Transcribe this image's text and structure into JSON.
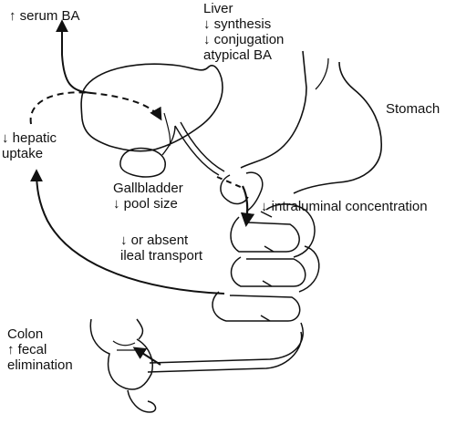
{
  "labels": {
    "serum_ba": "↑ serum BA",
    "liver": {
      "title": "Liver",
      "line1": "↓ synthesis",
      "line2": "↓ conjugation",
      "line3": "atypical BA"
    },
    "stomach": "Stomach",
    "hepatic_uptake": {
      "line1": "↓ hepatic",
      "line2": "uptake"
    },
    "gallbladder": {
      "line1": "Gallbladder",
      "line2": "↓ pool size"
    },
    "intraluminal": "↓ intraluminal concentration",
    "ileal_transport": {
      "line1": "↓ or absent",
      "line2": "ileal transport"
    },
    "colon": {
      "line1": "Colon",
      "line2": "↑ fecal",
      "line3": "elimination"
    }
  },
  "colors": {
    "ink": "#111111",
    "background": "#ffffff"
  }
}
